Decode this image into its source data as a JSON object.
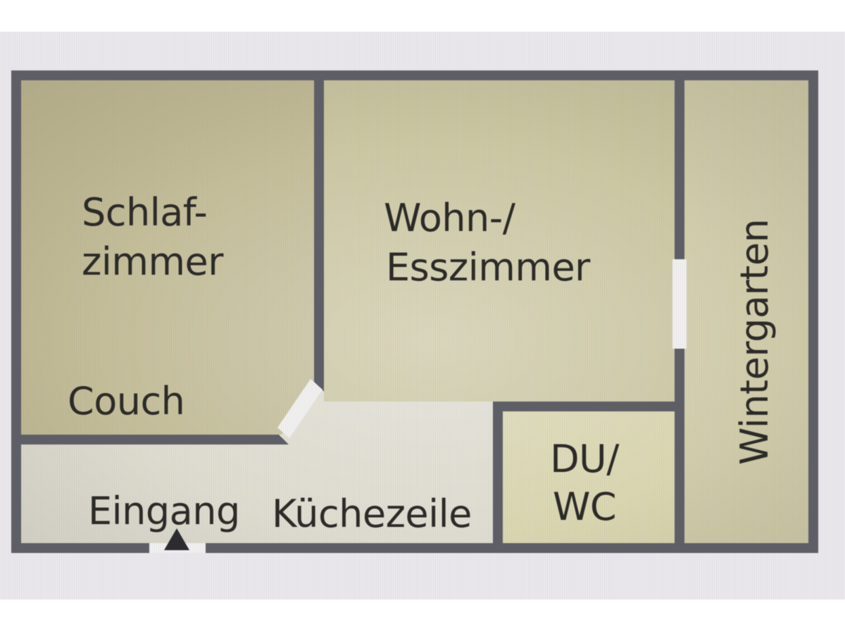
{
  "image_type": "apartment floor plan (photo of a screen)",
  "plan": {
    "rooms": [
      {
        "id": "schlafzimmer",
        "name": "Schlafzimmer",
        "label_lines": [
          "Schlaf-",
          "zimmer"
        ]
      },
      {
        "id": "wohn_esszimmer",
        "name": "Wohn-/Esszimmer",
        "label_lines": [
          "Wohn-/",
          "Esszimmer"
        ]
      },
      {
        "id": "wintergarten",
        "name": "Wintergarten",
        "label_lines": [
          "Wintergarten"
        ],
        "label_orientation": "rotated-90-ccw"
      },
      {
        "id": "du_wc",
        "name": "DU/WC",
        "label_lines": [
          "DU/",
          "WC"
        ]
      }
    ],
    "annotations": [
      {
        "id": "couch",
        "label": "Couch"
      },
      {
        "id": "eingang",
        "label": "Eingang",
        "marker": "entrance-triangle-up"
      },
      {
        "id": "kuechezeile",
        "label": "Küchezeile"
      }
    ]
  },
  "colors": {
    "page_bg": "#ffffff",
    "photo_bg": "#e9e7eb",
    "wall": "#5e5e66",
    "schlafzimmer_fill": "#bab389",
    "wohnzimmer_fill": "#c3be94",
    "wintergarten_fill": "#c9c49d",
    "du_wc_fill": "#d3cfa4",
    "hallway_fill": "#d9d6c8",
    "opening": "#f0efee",
    "marker": "#2c2b30",
    "text": "#2b2a27"
  }
}
